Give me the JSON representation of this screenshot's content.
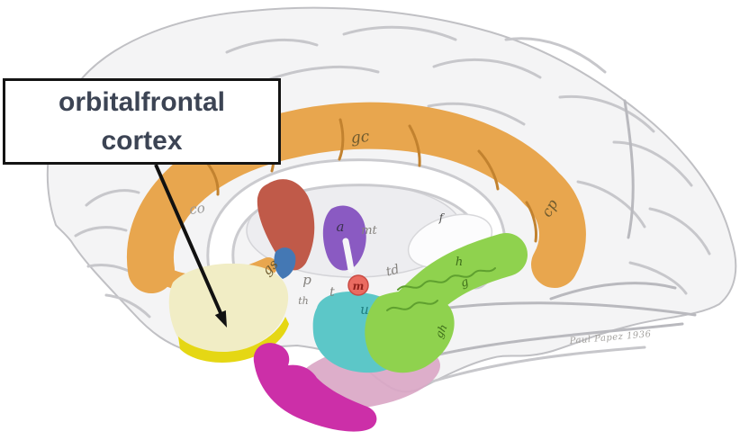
{
  "callout": {
    "line1": "orbitalfrontal",
    "line2": "cortex"
  },
  "signature": "Paul Papez  1936",
  "region_labels": {
    "co": "co",
    "gc": "gc",
    "cp": "cp",
    "gs": "gs",
    "p": "p",
    "th": "th",
    "t": "t",
    "m": "m",
    "td": "td",
    "a": "a",
    "mt": "mt",
    "f": "f",
    "h": "h",
    "g": "g",
    "gh": "gh",
    "u": "u"
  },
  "colors": {
    "orange": "#E8A64E",
    "orange_dark": "#C2822F",
    "cream": "#F1EDC5",
    "yellow": "#E5D714",
    "red": "#C05A49",
    "blue": "#4478B4",
    "purple": "#8A5AC2",
    "salmon": "#EA6B61",
    "cyan": "#5CC7C8",
    "green": "#8FD24E",
    "green_dark": "#5FA02F",
    "magenta": "#CC2FA8",
    "pink": "#DAA7C5"
  }
}
